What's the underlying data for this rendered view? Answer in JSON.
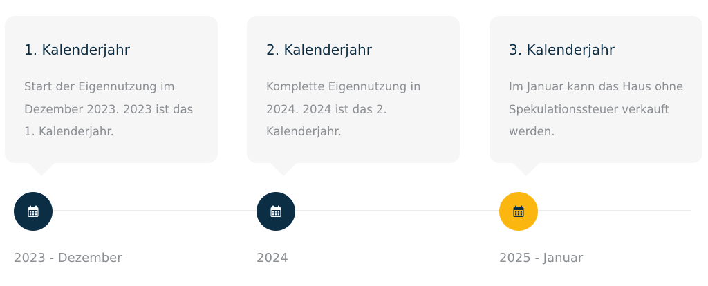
{
  "steps": [
    {
      "title": "1. Kalenderjahr",
      "text": "Start der Eigennutzung im Dezember 2023. 2023 ist das 1. Kalenderjahr.",
      "date": "2023 - Dezember",
      "icon": "calendar-icon",
      "marker_color": "#0b2e45"
    },
    {
      "title": "2. Kalenderjahr",
      "text": "Komplette Eigennutzung in 2024. 2024 ist das 2. Kalenderjahr.",
      "date": "2024",
      "icon": "calendar-icon",
      "marker_color": "#0b2e45"
    },
    {
      "title": "3. Kalenderjahr",
      "text": "Im Januar kann das Haus ohne Spekulationssteuer verkauft werden.",
      "date": "2025 - Januar",
      "icon": "calendar-icon",
      "marker_color": "#fbb70f"
    }
  ],
  "colors": {
    "card_background": "#f6f6f6",
    "title": "#0b2e45",
    "text": "#8b8e92",
    "active_marker": "#fbb70f"
  }
}
